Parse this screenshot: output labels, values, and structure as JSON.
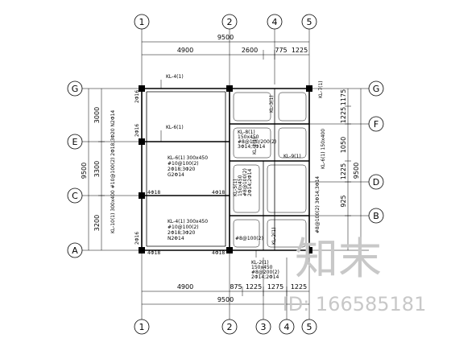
{
  "axes": {
    "top": [
      "1",
      "2",
      "4",
      "5"
    ],
    "bottom": [
      "1",
      "2",
      "3",
      "4",
      "5"
    ],
    "left": [
      "G",
      "E",
      "C",
      "A"
    ],
    "right": [
      "G",
      "F",
      "D",
      "B"
    ]
  },
  "dims": {
    "top_total": "9500",
    "top_segments": [
      "4900",
      "2600",
      "775",
      "1225"
    ],
    "bottom_total": "9500",
    "bottom_segments": [
      "4900",
      "875",
      "1225",
      "1275",
      "1225"
    ],
    "left_total": "9500",
    "left_segments": [
      "3000",
      "3300",
      "3200"
    ],
    "right_total": "9500",
    "right_segments": [
      "1175",
      "1225",
      "1050",
      "1225",
      "925"
    ]
  },
  "beam_labels": {
    "kl4_top": "KL-4(1)",
    "kl6_mid": "KL-6(1)",
    "kl6_main": [
      "KL-6(1) 300x450",
      "#10@100(2)",
      "2Φ18;3Φ20",
      "G2Φ14"
    ],
    "kl4_main": [
      "KL-4(1) 300x450",
      "#10@100(2)",
      "2Φ18;3Φ20",
      "N2Φ14"
    ],
    "kl7": "KL-7(1)",
    "kl3": "KL-3(1)",
    "kl8": [
      "KL-8(1)",
      "150x450",
      "#8@100/200(2)",
      "3Φ14;3Φ14"
    ],
    "kl9": "KL-9(1)",
    "kl5": [
      "KL-5(1)",
      "150x450",
      "#8@100(2)",
      "2Φ14;2Φ14"
    ],
    "kl2_mid": "KL-2(1)",
    "kl2_low": [
      "KL-2(1)",
      "150x450",
      "#8@200(2)",
      "2Φ14;2Φ14"
    ],
    "kl2_bottom": "#8@100(2)",
    "left_vertical": "KL-10(1) 300x400 #10@100(2) 2Φ18;3Φ20 N2Φ14",
    "rebar_a": "4Φ18",
    "rebar_b": "2Φ16",
    "kl1": "KL-1(1)",
    "kl1_right": "KL-6(1) 150x400",
    "right_vert_2": "#8@100(2) 3Φ14;3Φ14"
  },
  "watermark": {
    "brand": "知末",
    "id": "ID: 166585181"
  }
}
